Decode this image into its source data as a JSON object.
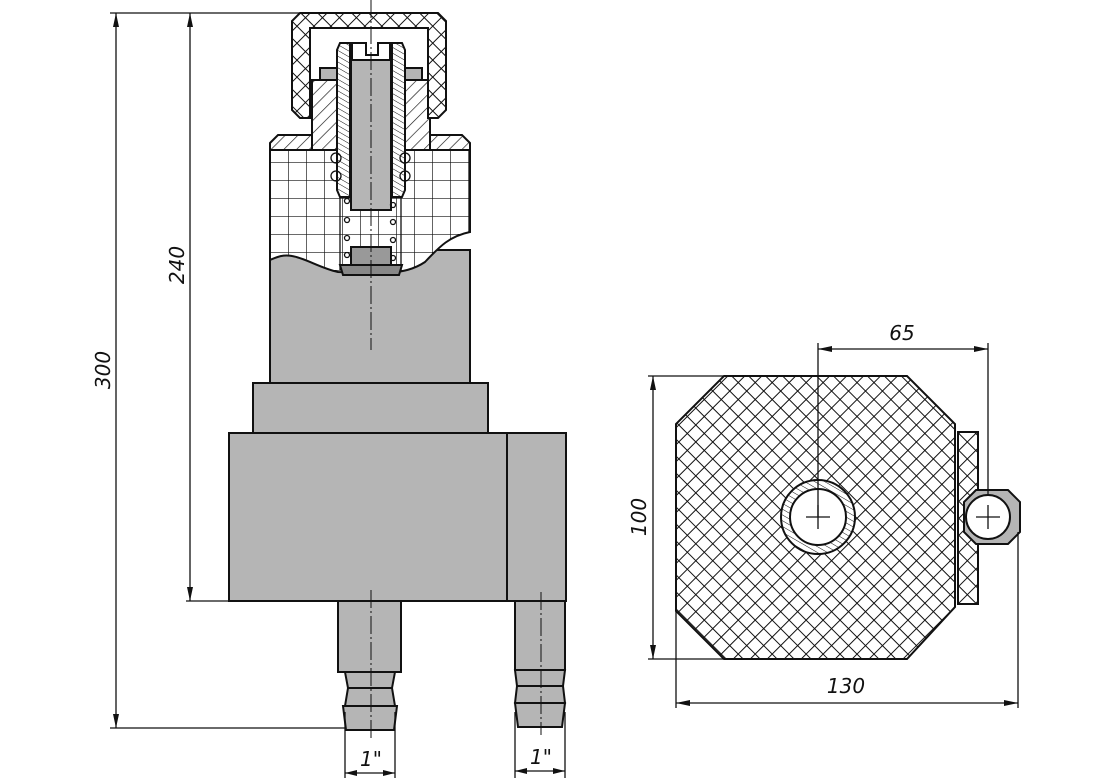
{
  "drawing": {
    "front_view": {
      "dimensions": {
        "overall_height": "300",
        "body_height": "240",
        "left_outlet": "1\"",
        "right_outlet": "1\""
      }
    },
    "top_view": {
      "dimensions": {
        "hole_spacing": "65",
        "depth": "100",
        "width": "130"
      }
    },
    "colors": {
      "body_fill": "#b5b5b5",
      "line": "#111111"
    }
  }
}
